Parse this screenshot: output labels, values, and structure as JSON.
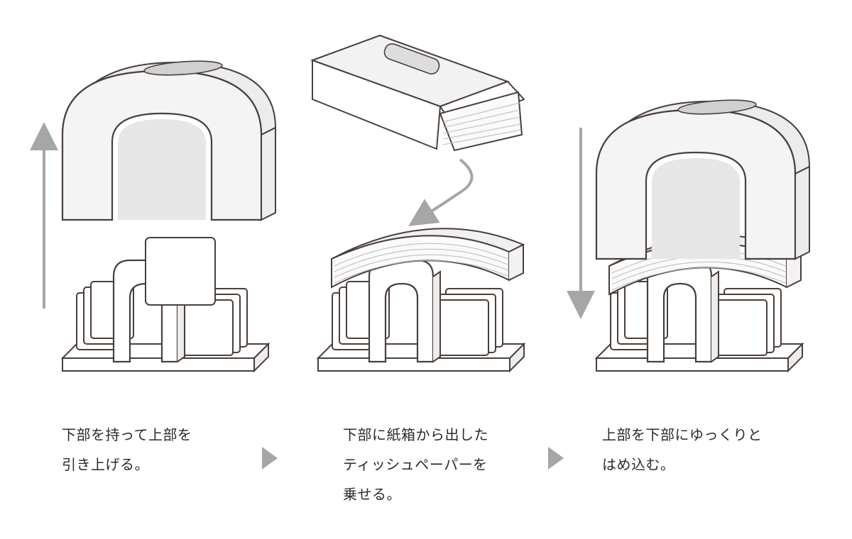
{
  "steps": [
    {
      "lines": [
        "下部を持って上部を",
        "引き上げる。"
      ]
    },
    {
      "lines": [
        "下部に紙箱から出した",
        "ティッシュペーパーを",
        "乗せる。"
      ]
    },
    {
      "lines": [
        "上部を下部にゆっくりと",
        "はめ込む。"
      ]
    }
  ],
  "icons": {
    "step_separator": "triangle-right-icon",
    "motion_up": "arrow-up-icon",
    "motion_down": "arrow-down-icon",
    "transfer": "curved-arrow-icon"
  },
  "colors": {
    "line": "#4a3f3a",
    "fill_light": "#ececec",
    "fill_white": "#ffffff",
    "arrow": "#a6a6a6",
    "text": "#2b2b2b"
  }
}
